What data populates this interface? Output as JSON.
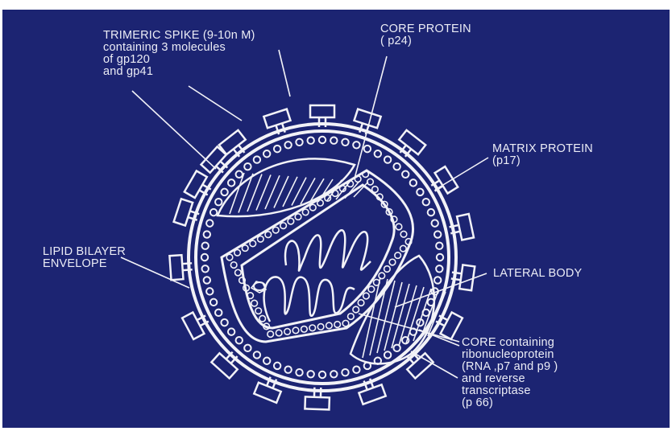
{
  "labels": {
    "trimeric_spike": [
      "TRIMERIC SPIKE (9-10n M)",
      "containing 3 molecules",
      "of gp120",
      "and gp41"
    ],
    "core_protein": [
      "CORE PROTEIN",
      "( p24)"
    ],
    "matrix_protein": [
      "MATRIX PROTEIN",
      "(p17)"
    ],
    "lipid_bilayer": [
      "LIPID BILAYER",
      "ENVELOPE"
    ],
    "lateral_body": [
      "LATERAL BODY"
    ],
    "core_containing": [
      "CORE containing",
      "ribonucleoprotein",
      "(RNA ,p7 and p9 )",
      "and reverse",
      "transcriptase",
      "(p 66)"
    ]
  },
  "colors": {
    "background": "#1c2472",
    "line": "#f2f2f7"
  }
}
